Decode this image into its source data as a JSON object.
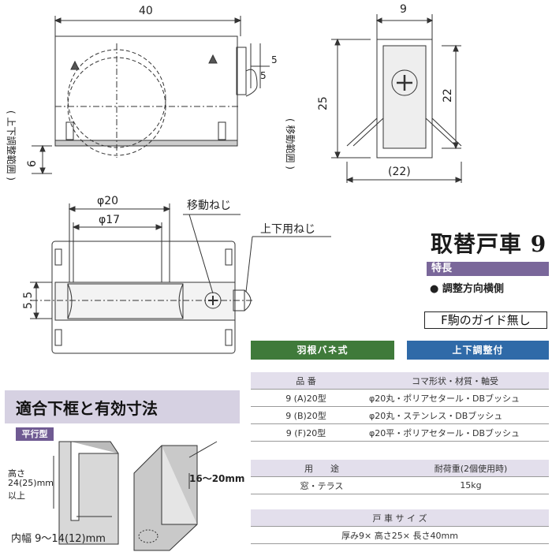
{
  "drawing": {
    "dim_40": "40",
    "dim_9": "9",
    "dim_25": "25",
    "dim_22": "22",
    "dim_22_paren": "(22)",
    "dim_5a": "5",
    "dim_5b": "5",
    "dim_6": "6",
    "dim_55": "5.5",
    "phi20": "φ20",
    "phi17": "φ17",
    "move_range": "( 移動範囲 )",
    "updown_range": "( 上下調整範囲 )",
    "move_screw": "移動ねじ",
    "updown_screw": "上下用ねじ"
  },
  "product": {
    "title": "取替戸車 9",
    "features_label": "特長",
    "feature_1": "調整方向横側",
    "note": "F駒のガイド無し"
  },
  "badges": {
    "spring": "羽根バネ式",
    "adjust": "上下調整付"
  },
  "spec_table": {
    "header_model": "品 番",
    "header_desc": "コマ形状・材質・軸受",
    "rows": [
      {
        "model": "9 (A)20型",
        "desc": "φ20丸・ポリアセタール・DBブッシュ"
      },
      {
        "model": "9 (B)20型",
        "desc": "φ20丸・ステンレス・DBブッシュ"
      },
      {
        "model": "9 (F)20型",
        "desc": "φ20平・ポリアセタール・DBブッシュ"
      }
    ]
  },
  "usage_table": {
    "header_use": "用　　途",
    "header_load": "耐荷重(2個使用時)",
    "use": "窓・テラス",
    "load": "15kg"
  },
  "size_table": {
    "header": "戸 車 サ イ ズ",
    "value": "厚み9× 高さ25× 長さ40mm"
  },
  "fit_section": {
    "title": "適合下框と有効寸法",
    "type_tag": "平行型",
    "height_label_1": "高さ",
    "height_label_2": "24(25)mm",
    "height_label_3": "以上",
    "width_label": "内幅 9～14(12)mm",
    "depth_label": "16～20mm"
  },
  "colors": {
    "accent_purple": "#7a679a",
    "badge_green": "#3f7a3a",
    "badge_blue": "#2f6aa8",
    "table_header": "#e3dfec"
  }
}
